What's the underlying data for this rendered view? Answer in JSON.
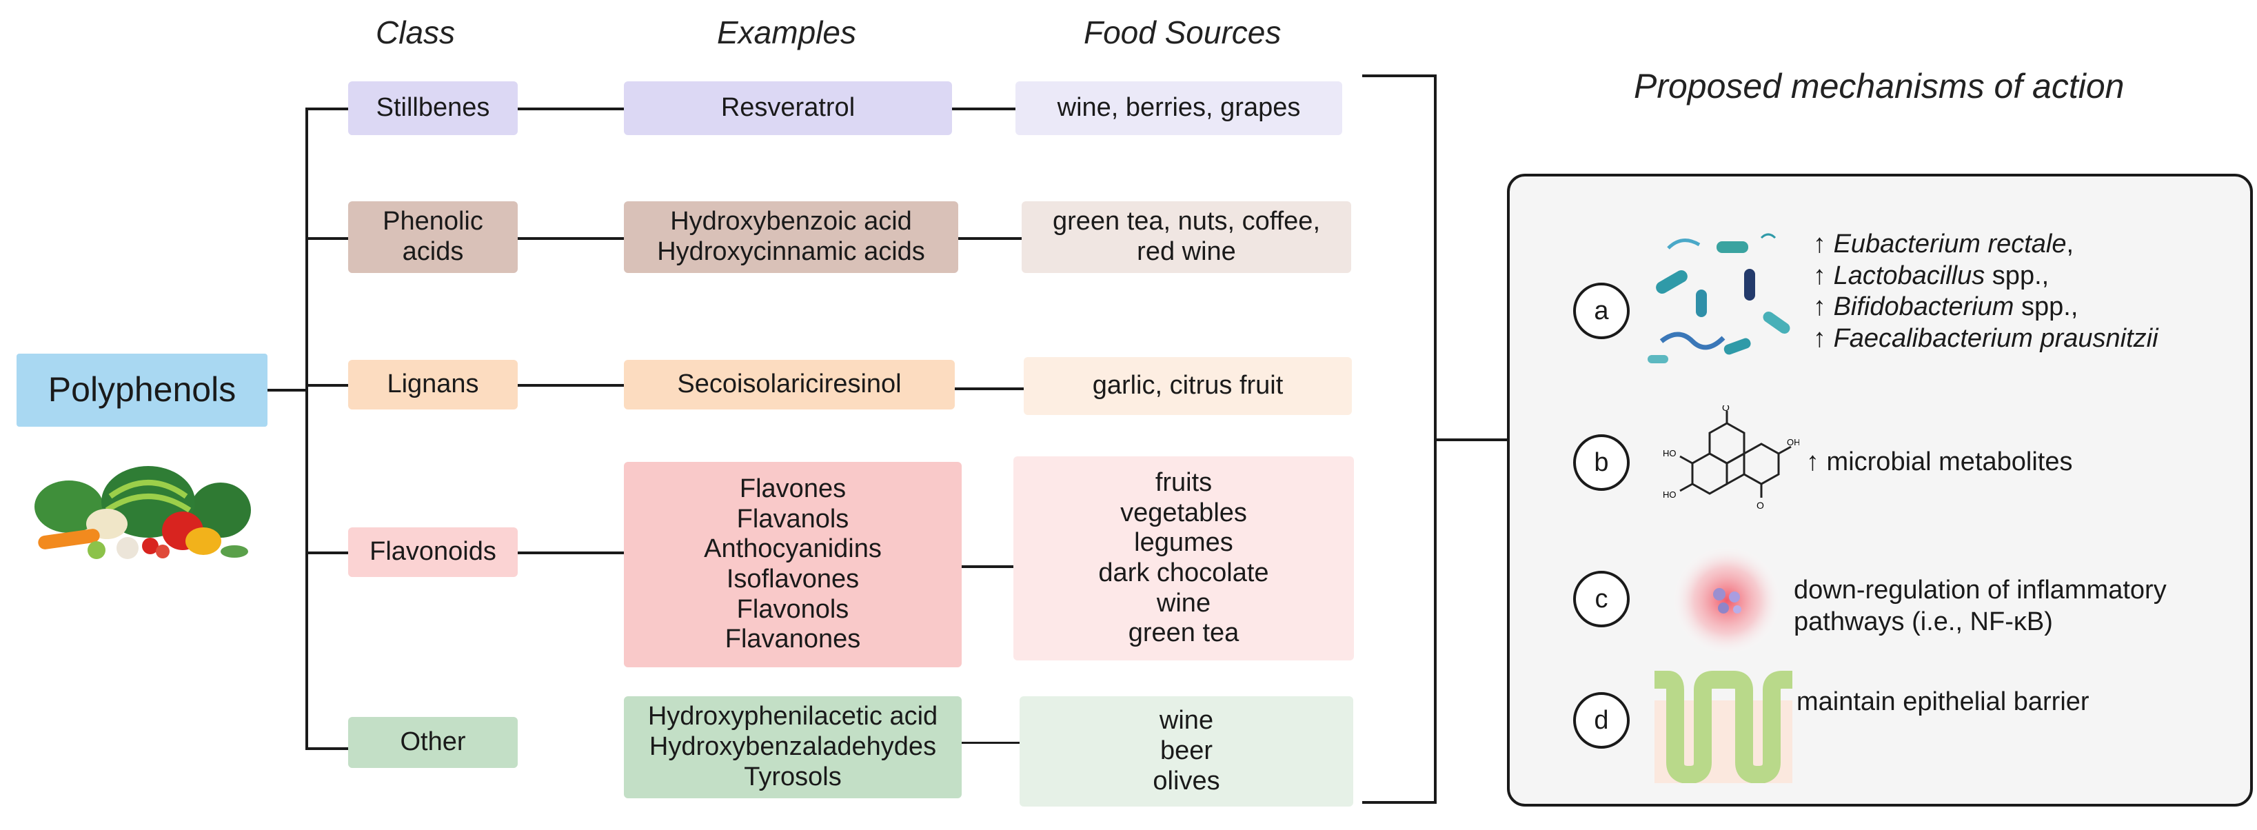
{
  "headers": {
    "class": "Class",
    "examples": "Examples",
    "food_sources": "Food Sources",
    "mechanisms": "Proposed mechanisms of action"
  },
  "root": {
    "label": "Polyphenols",
    "color": "#a9d8f2"
  },
  "rows": [
    {
      "class": "Stillbenes",
      "examples": [
        "Resveratrol"
      ],
      "sources": [
        "wine, berries, grapes"
      ],
      "colors": {
        "class": "#dcd8f4",
        "examples": "#dcd8f4",
        "sources": "#ebe9f8"
      }
    },
    {
      "class": [
        "Phenolic",
        "acids"
      ],
      "examples": [
        "Hydroxybenzoic acid",
        "Hydroxycinnamic acids"
      ],
      "sources": [
        "green tea, nuts, coffee,",
        "red wine"
      ],
      "colors": {
        "class": "#d9c1b8",
        "examples": "#d9c1b8",
        "sources": "#f0e6e2"
      }
    },
    {
      "class": "Lignans",
      "examples": [
        "Secoisolariciresinol"
      ],
      "sources": [
        "garlic, citrus fruit"
      ],
      "colors": {
        "class": "#fcdcc0",
        "examples": "#fcdcc0",
        "sources": "#fdeee2"
      }
    },
    {
      "class": "Flavonoids",
      "examples": [
        "Flavones",
        "Flavanols",
        "Anthocyanidins",
        "Isoflavones",
        "Flavonols",
        "Flavanones"
      ],
      "sources": [
        "fruits",
        "vegetables",
        "legumes",
        "dark chocolate",
        "wine",
        "green tea"
      ],
      "colors": {
        "class": "#fbd3d3",
        "examples": "#f9c9c9",
        "sources": "#fde8e8"
      }
    },
    {
      "class": "Other",
      "examples": [
        "Hydroxyphenilacetic acid",
        "Hydroxybenzaladehydes",
        "Tyrosols"
      ],
      "sources": [
        "wine",
        "beer",
        "olives"
      ],
      "colors": {
        "class": "#c3dfc6",
        "examples": "#c3dfc6",
        "sources": "#e6f1e7"
      }
    }
  ],
  "mechanisms": [
    {
      "letter": "a",
      "icon": "bacteria-icon",
      "lines": [
        {
          "arrow": "↑",
          "name": "Eubacterium rectale",
          "suffix": ","
        },
        {
          "arrow": "↑",
          "name": "Lactobacillus",
          "suffix": " spp.,"
        },
        {
          "arrow": "↑",
          "name": "Bifidobacterium",
          "suffix": " spp.,"
        },
        {
          "arrow": "↑",
          "name": "Faecalibacterium prausnitzii",
          "suffix": ""
        }
      ]
    },
    {
      "letter": "b",
      "icon": "molecule-icon",
      "text": [
        "↑ microbial metabolites"
      ]
    },
    {
      "letter": "c",
      "icon": "inflammation-icon",
      "text": [
        "down-regulation of inflammatory",
        "pathways (i.e., NF-κB)"
      ]
    },
    {
      "letter": "d",
      "icon": "epithelium-icon",
      "text": [
        "maintain epithelial barrier"
      ]
    }
  ]
}
